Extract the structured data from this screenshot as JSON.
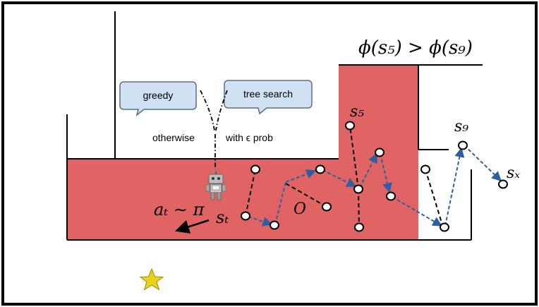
{
  "diagram": {
    "title_formula": "ϕ(s₅) > ϕ(s₉)",
    "bubbles": {
      "greedy": "greedy",
      "tree_search": "tree search"
    },
    "branch_labels": {
      "otherwise": "otherwise",
      "with_eps": "with ϵ prob"
    },
    "action_label": "aₜ ∼ π",
    "state_labels": {
      "s_t": "sₜ",
      "O": "O",
      "s5": "s₅",
      "s9": "s₉",
      "sx": "sₓ"
    },
    "colors": {
      "region_fill": "#e06464",
      "arrow_blue": "#2f5f9e",
      "bubble_fill": "#cfe1f3",
      "bubble_stroke": "#5a6f85",
      "star": "#e8d21c"
    },
    "icons": [
      "robot-icon",
      "star-icon"
    ]
  }
}
